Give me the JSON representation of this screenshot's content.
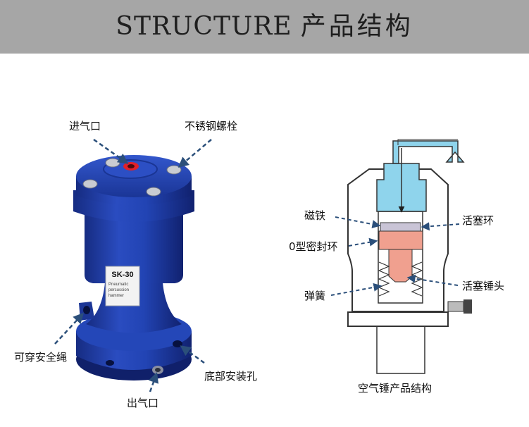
{
  "header": {
    "title_en": "STRUCTURE",
    "title_zh": "产品结构",
    "bg_color": "#a6a6a6"
  },
  "product": {
    "model": "SK-30",
    "subtext": [
      "Pneumatic",
      "percussion",
      "hammer"
    ],
    "body_color": "#1e3aa0",
    "labels": {
      "inlet": "进气口",
      "bolts": "不锈钢螺栓",
      "rope": "可穿安全绳",
      "mount": "底部安装孔",
      "outlet": "出气口"
    }
  },
  "diagram": {
    "caption": "空气锤产品结构",
    "labels": {
      "magnet": "磁铁",
      "oring": "0型密封环",
      "spring": "弹簧",
      "piston_ring": "活塞环",
      "hammer_head": "活塞锤头"
    },
    "colors": {
      "air": "#8fd4ec",
      "piston": "#f0a08f",
      "magnet": "#c9c4d6"
    }
  }
}
